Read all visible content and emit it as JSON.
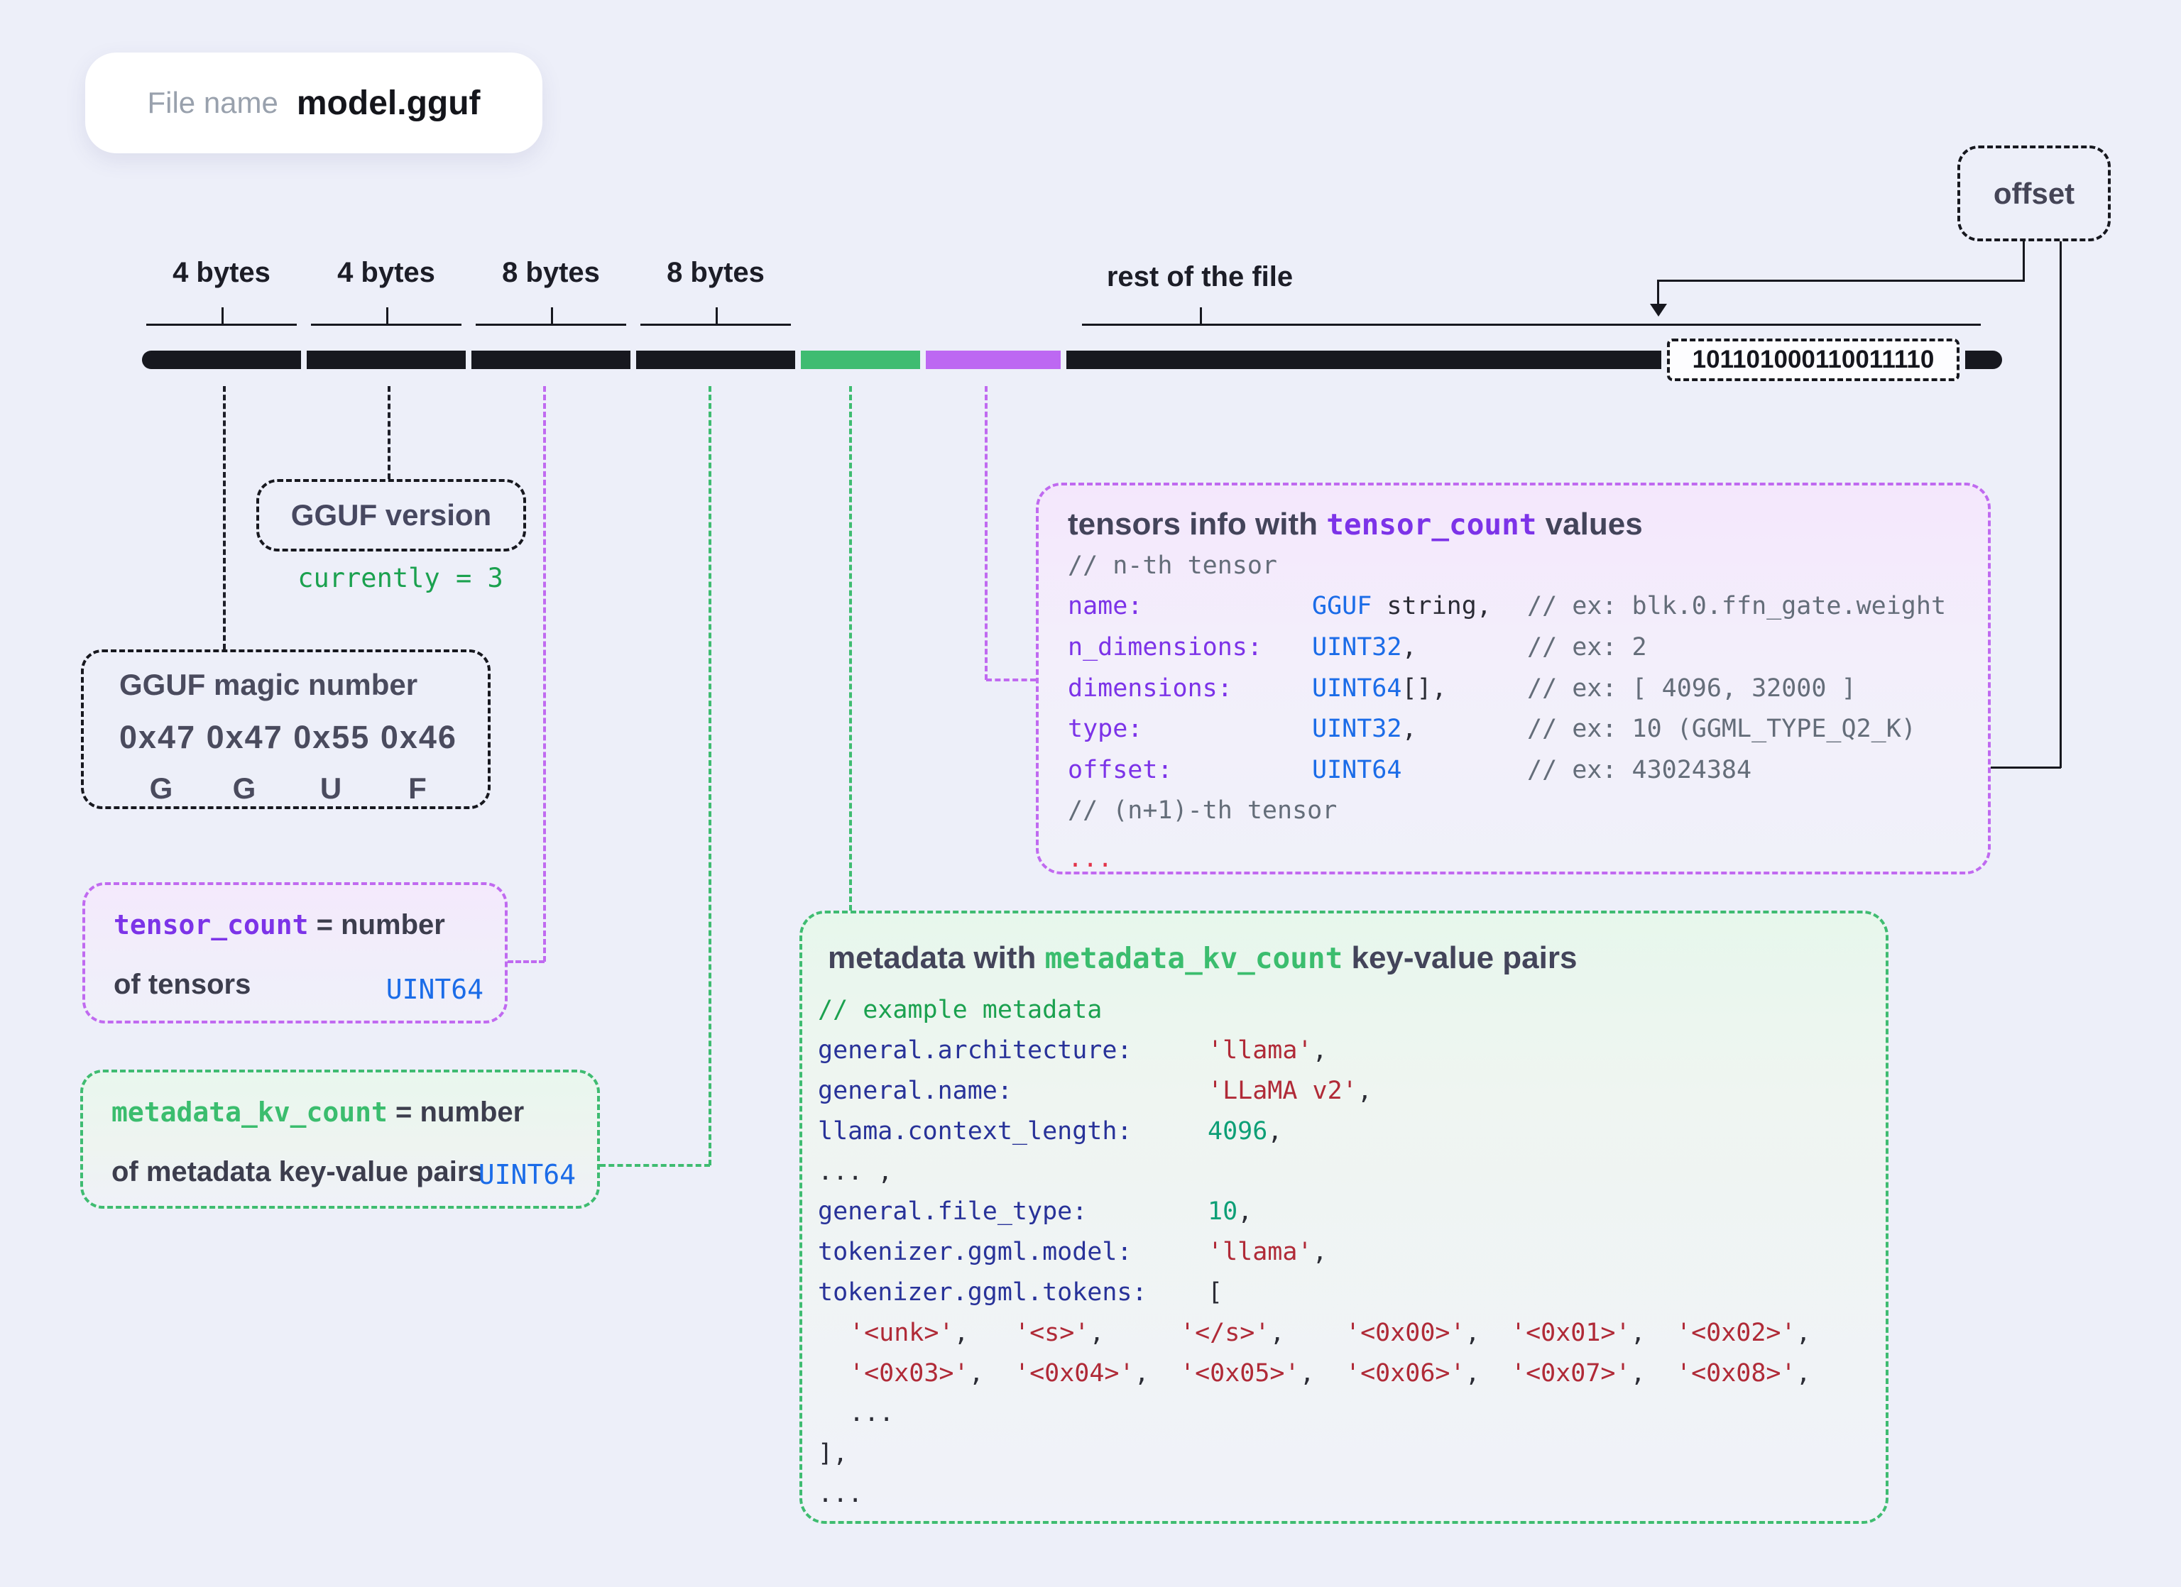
{
  "file_pill": {
    "label": "File name",
    "value": "model.gguf"
  },
  "offset_box": {
    "label": "offset"
  },
  "bar": {
    "segment_labels": [
      "4 bytes",
      "4 bytes",
      "8 bytes",
      "8 bytes"
    ],
    "rest_label": "rest of the file",
    "binary_value": "101101000110011110"
  },
  "version_box": {
    "title": "GGUF version",
    "note": "currently = 3"
  },
  "magic_box": {
    "title": "GGUF magic number",
    "hex": "0x47 0x47 0x55 0x46",
    "letters": [
      "G",
      "G",
      "U",
      "F"
    ]
  },
  "tensor_count_box": {
    "name": "tensor_count",
    "eq": " = number",
    "line2": "of tensors",
    "type": "UINT64"
  },
  "metadata_kv_box": {
    "name": "metadata_kv_count",
    "eq": " = number",
    "line2": "of metadata key-value pairs",
    "type": "UINT64"
  },
  "tensors_box": {
    "title_pre": "tensors info with ",
    "title_mono": "tensor_count",
    "title_post": " values",
    "comment_top": "// n-th tensor",
    "rows": [
      {
        "key": "name:",
        "type": "GGUF",
        "type_rest": " string,",
        "comment": "// ex: blk.0.ffn_gate.weight"
      },
      {
        "key": "n_dimensions:",
        "type": "UINT32",
        "type_rest": ",",
        "comment": "// ex: 2"
      },
      {
        "key": "dimensions:",
        "type": "UINT64",
        "type_rest": "[],",
        "comment": "// ex: [ 4096, 32000 ]"
      },
      {
        "key": "type:",
        "type": "UINT32",
        "type_rest": ",",
        "comment": "// ex: 10 (GGML_TYPE_Q2_K)"
      },
      {
        "key": "offset:",
        "type": "UINT64",
        "type_rest": "",
        "comment": "// ex: 43024384"
      }
    ],
    "comment_bottom": "// (n+1)-th tensor",
    "ellipsis": "..."
  },
  "metadata_box": {
    "title_pre": "metadata with ",
    "title_mono": "metadata_kv_count",
    "title_post": " key-value pairs",
    "comment": "// example metadata",
    "pairs": [
      {
        "key": "general.architecture:",
        "value": "'llama'",
        "suffix": ","
      },
      {
        "key": "general.name:",
        "value": "'LLaMA v2'",
        "suffix": ","
      },
      {
        "key": "llama.context_length:",
        "value": "4096",
        "suffix": ","
      },
      {
        "key": "general.file_type:",
        "value": "10",
        "suffix": ","
      },
      {
        "key": "tokenizer.ggml.model:",
        "value": "'llama'",
        "suffix": ","
      },
      {
        "key": "tokenizer.ggml.tokens:",
        "value": "[",
        "suffix": ""
      }
    ],
    "dots_row": "... ,",
    "tokens_comma": ",",
    "tokens_row1": [
      "'<unk>'",
      "'<s>'",
      "'</s>'",
      "'<0x00>'",
      "'<0x01>'",
      "'<0x02>'"
    ],
    "tokens_row2": [
      "'<0x03>'",
      "'<0x04>'",
      "'<0x05>'",
      "'<0x06>'",
      "'<0x07>'",
      "'<0x08>'"
    ],
    "ellipsis_mid": "...",
    "bracket_close": "],",
    "ellipsis_end": "..."
  },
  "palette": {
    "background": "#edeff9",
    "bar_black": "#17181f",
    "bar_green": "#3fbc71",
    "bar_purple": "#bd68f2",
    "purple_text": "#7c33e8",
    "green_text": "#3bbd6e",
    "blue_type": "#1b6ce8",
    "navy_key": "#283299",
    "red_string": "#b02a37",
    "teal_number": "#0d9f76",
    "comment_gray": "#646d79"
  }
}
